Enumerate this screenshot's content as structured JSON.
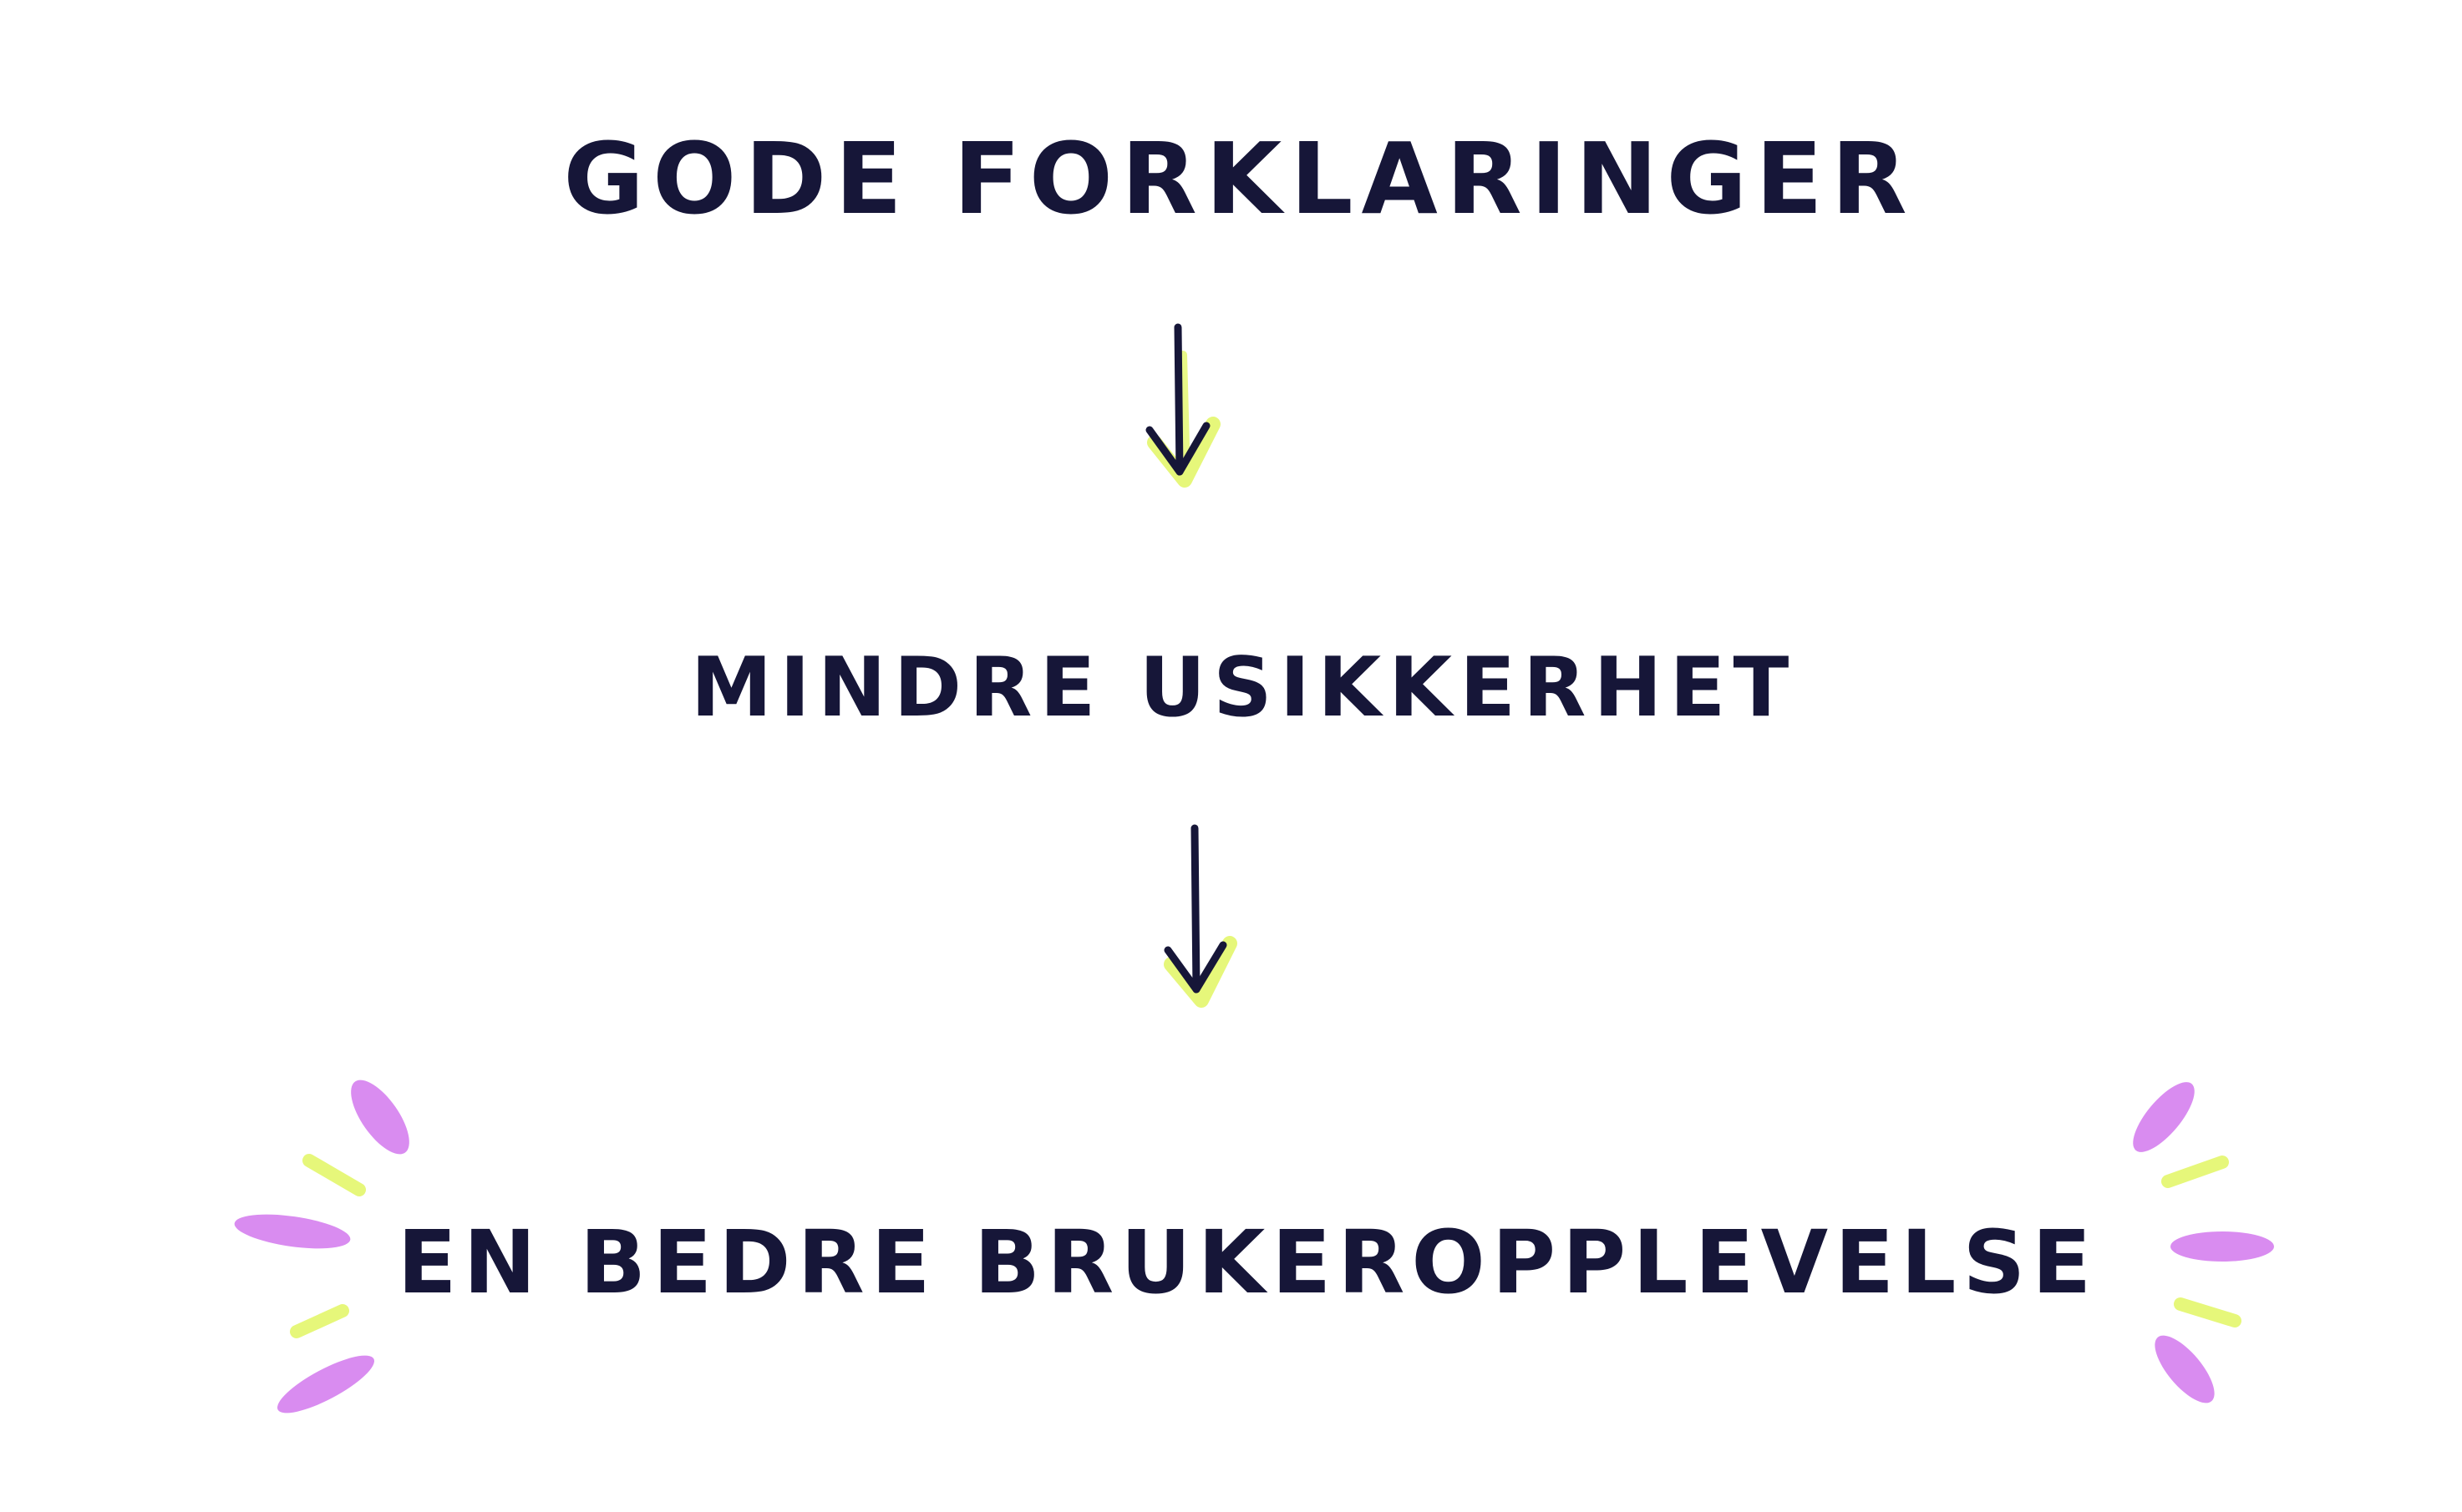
{
  "diagram": {
    "steps": [
      {
        "label": "GODE FORKLARINGER"
      },
      {
        "label": "MINDRE USIKKERHET"
      },
      {
        "label": "EN BEDRE BRUKEROPPLEVELSE"
      }
    ]
  },
  "colors": {
    "ink": "#161638",
    "highlight_green": "#e6f77a",
    "highlight_purple": "#d98cf0"
  },
  "icons": {
    "flow_arrow": "arrow-down-icon",
    "sparkle": "sparkle-burst-icon"
  }
}
